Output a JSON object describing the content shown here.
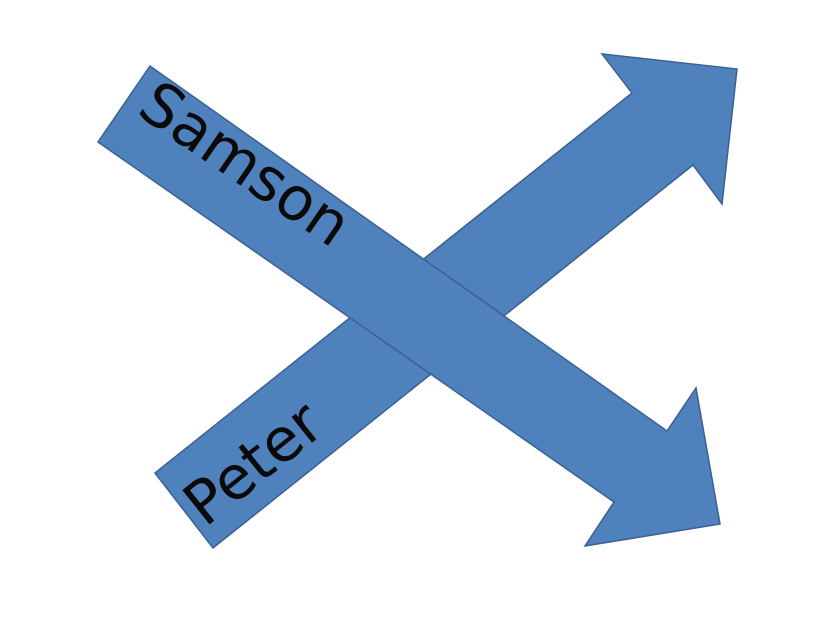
{
  "colors": {
    "arrow_fill": "#4f81bd",
    "arrow_stroke": "#3a6193",
    "background": "#ffffff",
    "text": "#0a0a0a"
  },
  "arrows": [
    {
      "id": "peter",
      "label": "Peter",
      "direction": "up-right"
    },
    {
      "id": "samson",
      "label": "Samson",
      "direction": "down-right"
    }
  ]
}
